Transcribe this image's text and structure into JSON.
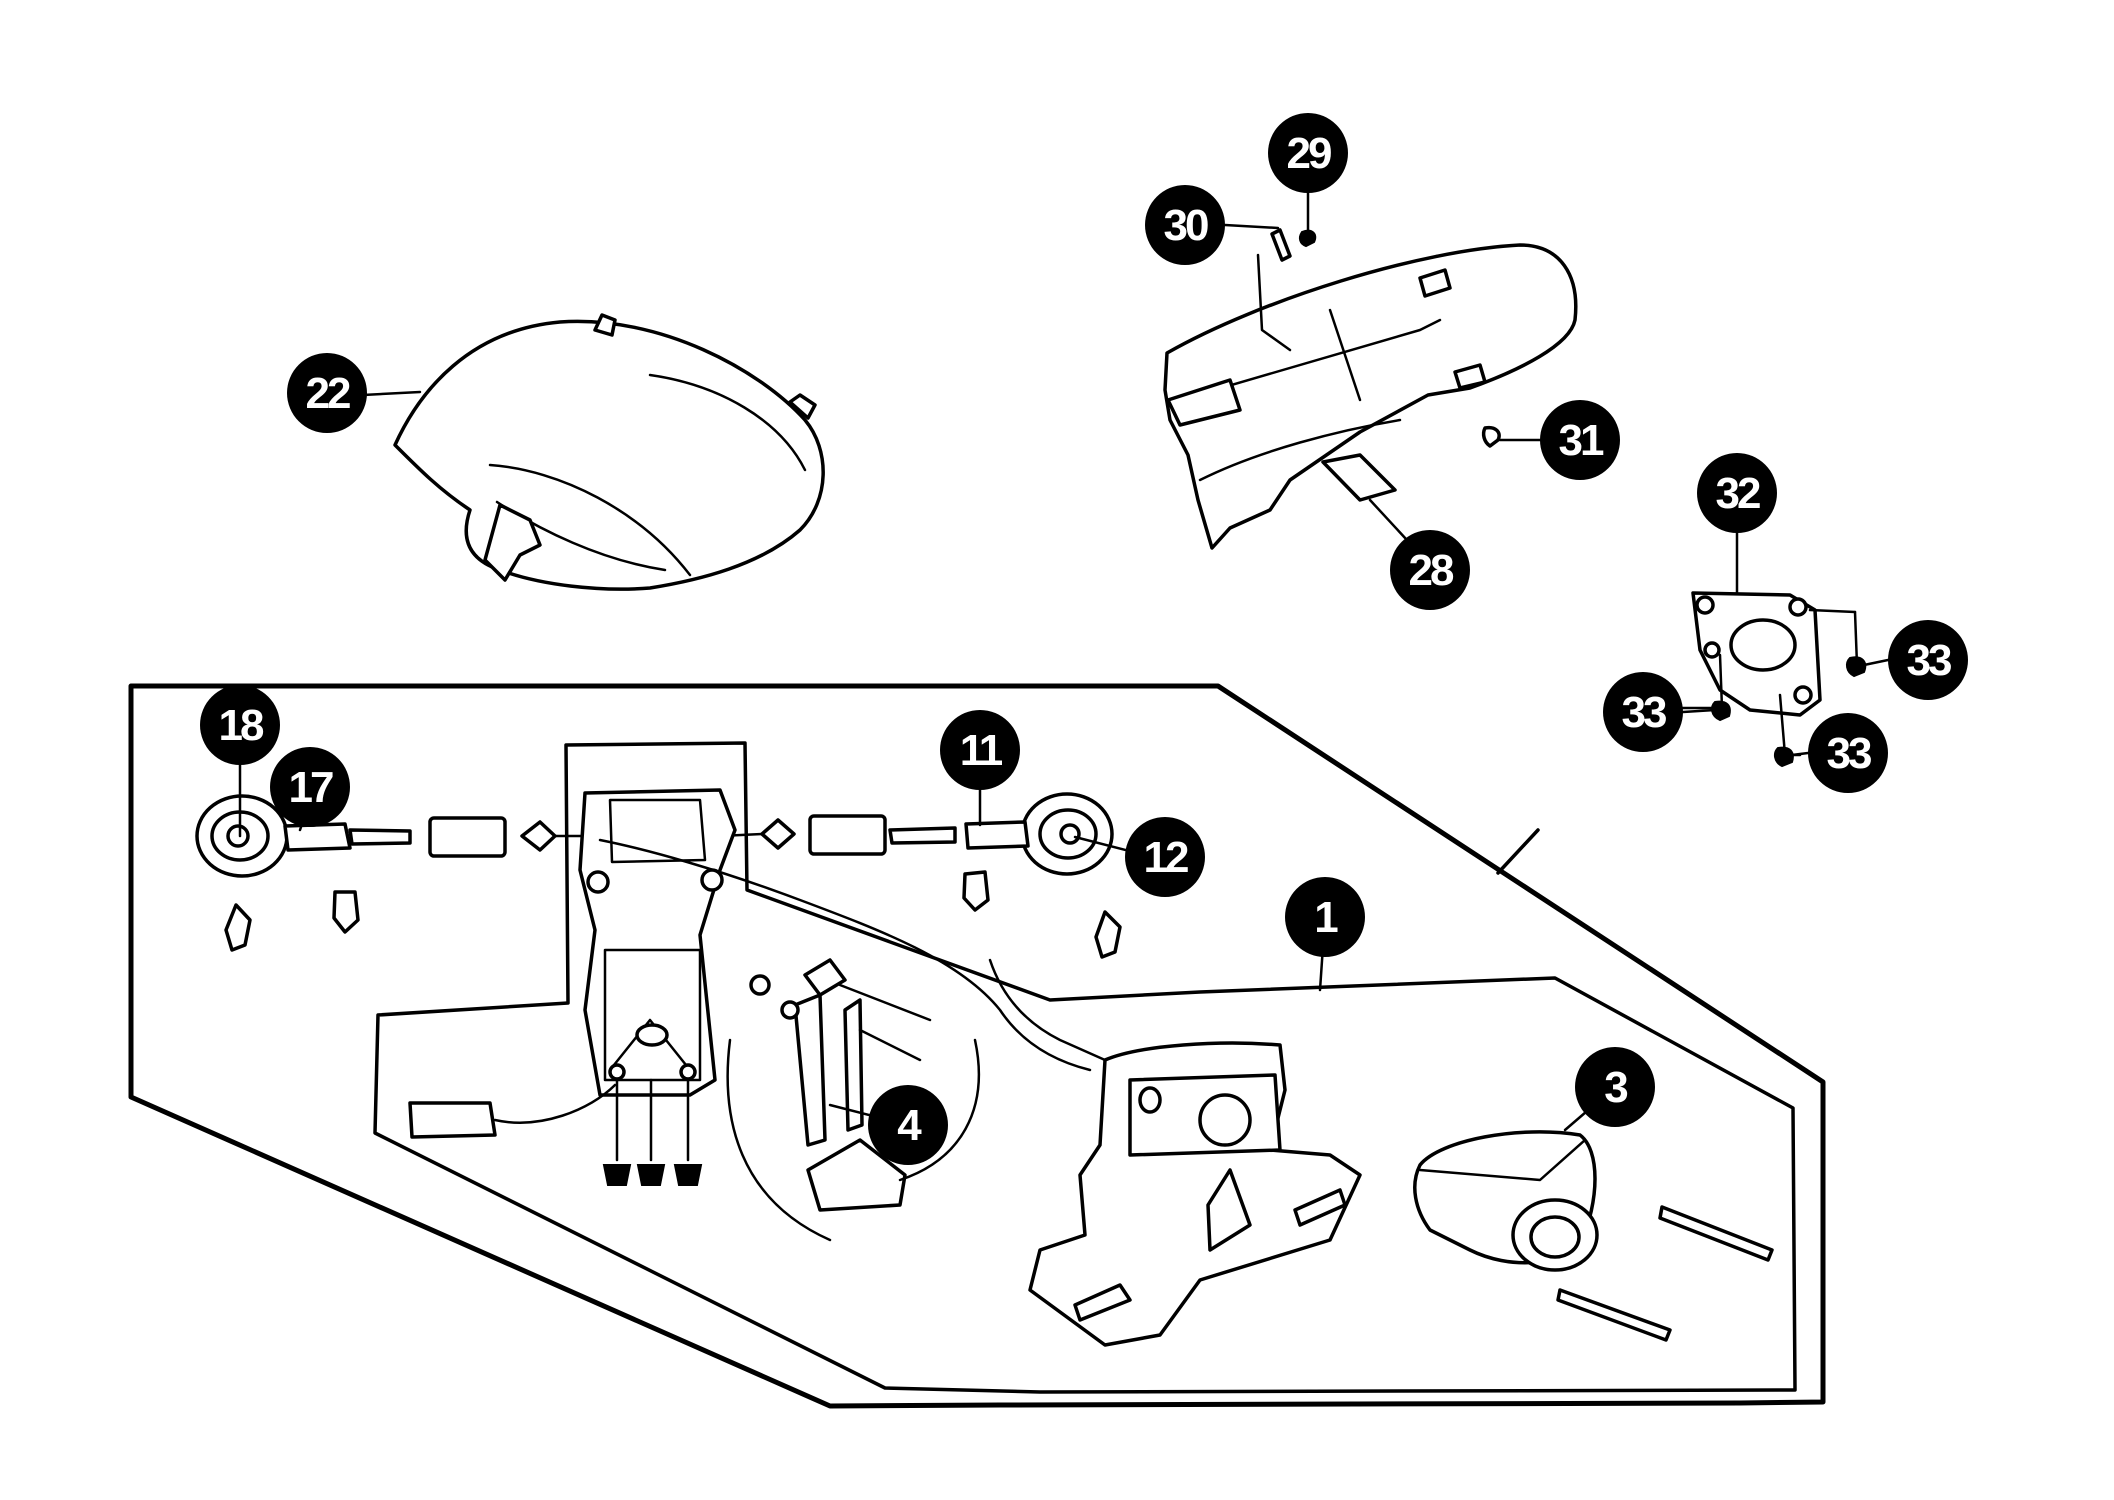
{
  "callouts": [
    {
      "id": "c1",
      "label": "1"
    },
    {
      "id": "c3",
      "label": "3"
    },
    {
      "id": "c4",
      "label": "4"
    },
    {
      "id": "c11",
      "label": "11"
    },
    {
      "id": "c12",
      "label": "12"
    },
    {
      "id": "c17",
      "label": "17"
    },
    {
      "id": "c18",
      "label": "18"
    },
    {
      "id": "c22",
      "label": "22"
    },
    {
      "id": "c28",
      "label": "28"
    },
    {
      "id": "c29",
      "label": "29"
    },
    {
      "id": "c30",
      "label": "30"
    },
    {
      "id": "c31",
      "label": "31"
    },
    {
      "id": "c32",
      "label": "32"
    },
    {
      "id": "c33a",
      "label": "33"
    },
    {
      "id": "c33b",
      "label": "33"
    },
    {
      "id": "c33c",
      "label": "33"
    }
  ]
}
